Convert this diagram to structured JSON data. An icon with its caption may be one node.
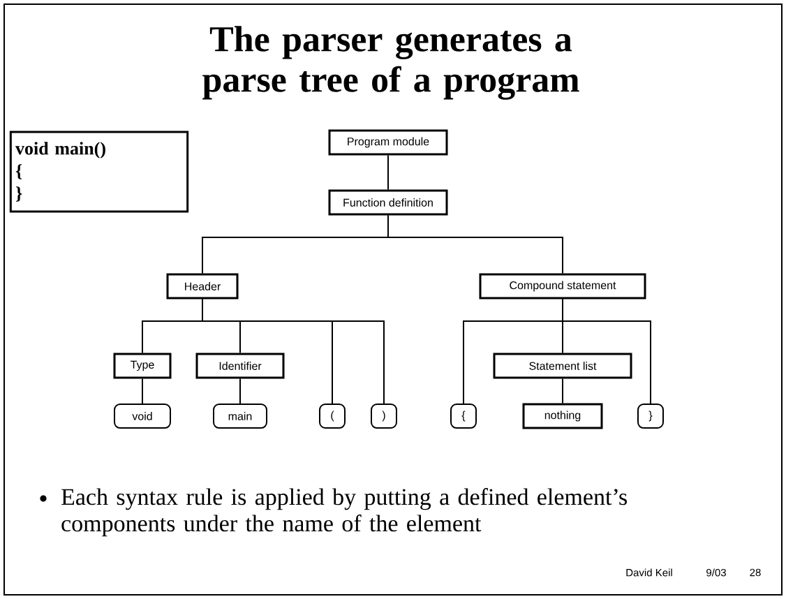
{
  "diagram": {
    "title": "The parser generates a parse tree of a program",
    "nodes": [
      {
        "text": [
          "void main()",
          "{",
          "}"
        ]
      },
      {
        "text": [
          "Program module"
        ]
      },
      {
        "text": [
          "Function definition"
        ]
      },
      {
        "text": [
          "Header"
        ]
      },
      {
        "text": [
          "Compound statement"
        ]
      },
      {
        "text": [
          "Type"
        ]
      },
      {
        "text": [
          "Identifier"
        ]
      },
      {
        "text": [
          "void"
        ]
      },
      {
        "text": [
          "main"
        ]
      },
      {
        "text": [
          "("
        ]
      },
      {
        "text": [
          ")"
        ]
      },
      {
        "text": [
          "{"
        ]
      },
      {
        "text": [
          "Statement list"
        ]
      },
      {
        "text": [
          "nothing"
        ]
      },
      {
        "text": [
          "}"
        ]
      }
    ],
    "edges": [
      {
        "from": 1,
        "to": 2,
        "arrow": "none"
      },
      {
        "from": 2,
        "to": 3,
        "arrow": "none"
      },
      {
        "from": 2,
        "to": 4,
        "arrow": "none"
      },
      {
        "from": 3,
        "to": 5,
        "arrow": "none"
      },
      {
        "from": 3,
        "to": 6,
        "arrow": "none"
      },
      {
        "from": 3,
        "to": 9,
        "arrow": "none"
      },
      {
        "from": 3,
        "to": 10,
        "arrow": "none"
      },
      {
        "from": 5,
        "to": 7,
        "arrow": "none"
      },
      {
        "from": 6,
        "to": 8,
        "arrow": "none"
      },
      {
        "from": 4,
        "to": 11,
        "arrow": "none"
      },
      {
        "from": 4,
        "to": 12,
        "arrow": "none"
      },
      {
        "from": 4,
        "to": 14,
        "arrow": "none"
      },
      {
        "from": 12,
        "to": 13,
        "arrow": "none"
      }
    ],
    "labels": [
      "Each syntax rule is applied by putting a defined element’s components under the name of the element",
      "David Keil",
      "9/03",
      "28"
    ]
  }
}
